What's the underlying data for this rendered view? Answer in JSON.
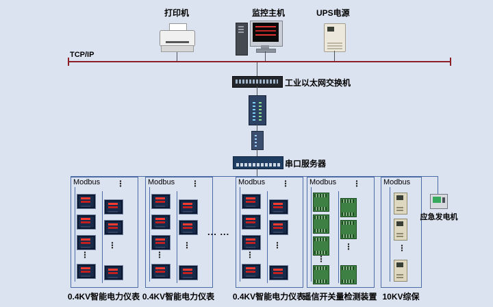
{
  "colors": {
    "background": "#dce3f0",
    "tcp_bus": "#8c1f26",
    "modbus_line": "#4a6aa5",
    "meter_display": "#ff3b30",
    "io_module": "#3e8044",
    "relay_body": "#ded8c0"
  },
  "top": {
    "printer_label": "打印机",
    "monitor_label": "监控主机",
    "ups_label": "UPS电源"
  },
  "tcp_bus": {
    "label": "TCP/IP"
  },
  "chain": {
    "switch_label": "工业以太网交换机",
    "serial_server_label": "串口服务器"
  },
  "groups": [
    {
      "bus": "Modbus",
      "label": "0.4KV智能电力仪表"
    },
    {
      "bus": "Modbus",
      "label": "0.4KV智能电力仪表"
    },
    {
      "bus": "Modbus",
      "label": "0.4KV智能电力仪表"
    },
    {
      "bus": "Modbus",
      "label": "遥信开关量检测装置"
    },
    {
      "bus": "Modbus",
      "label": "10KV综保"
    }
  ],
  "generator": {
    "label": "应急发电机"
  },
  "ellipsis": {
    "horizontal": "... ...",
    "vertical": "⋮"
  }
}
